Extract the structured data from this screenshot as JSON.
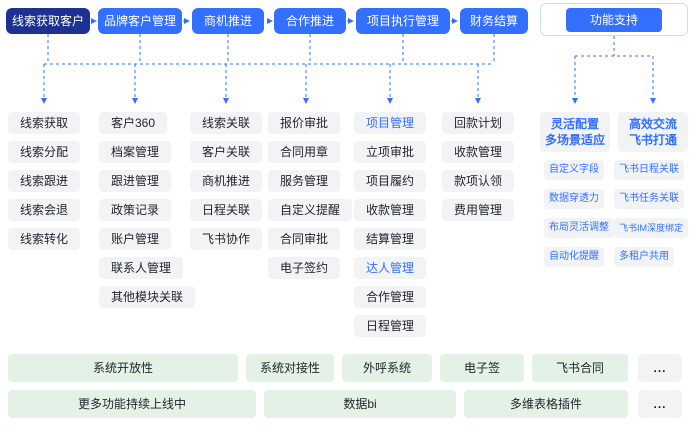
{
  "colors": {
    "accent": "#3370FF",
    "dark_node": "#1C3192",
    "node_bg": "#F2F3F5",
    "node_text": "#1F2329",
    "green_bg": "#E3F1E6",
    "highlight_text": "#3370FF"
  },
  "flow": {
    "steps": [
      "线索获取客户",
      "品牌客户管理",
      "商机推进",
      "合作推进",
      "项目执行管理",
      "财务结算"
    ],
    "support": "功能支持"
  },
  "columns": [
    {
      "items": [
        "线索获取",
        "线索分配",
        "线索跟进",
        "线索会退",
        "线索转化"
      ]
    },
    {
      "items": [
        "客户360",
        "档案管理",
        "跟进管理",
        "政策记录",
        "账户管理",
        "联系人管理",
        "其他模块关联"
      ]
    },
    {
      "items": [
        "线索关联",
        "客户关联",
        "商机推进",
        "日程关联",
        "飞书协作"
      ]
    },
    {
      "items": [
        "报价审批",
        "合同用章",
        "服务管理",
        "自定义提醒",
        "合同审批",
        "电子签约"
      ]
    },
    {
      "items": [
        "项目管理",
        "立项审批",
        "项目履约",
        "收款管理",
        "结算管理",
        "达人管理",
        "合作管理",
        "日程管理"
      ]
    },
    {
      "items": [
        "回款计划",
        "收款管理",
        "款项认领",
        "费用管理"
      ]
    }
  ],
  "highlighted_items": [
    "项目管理",
    "达人管理"
  ],
  "support_panel": {
    "headers": [
      "灵活配置\n多场景适应",
      "高效交流\n飞书打通"
    ],
    "left_items": [
      "自定义字段",
      "数据穿透力",
      "布局灵活调整",
      "自动化提醒"
    ],
    "right_items": [
      "飞书日程关联",
      "飞书任务关联",
      "飞书IM深度绑定",
      "多租户共用"
    ]
  },
  "bottom": {
    "row1": [
      "系统开放性",
      "系统对接性",
      "外呼系统",
      "电子签",
      "飞书合同"
    ],
    "row2": [
      "更多功能持续上线中",
      "数据bi",
      "多维表格插件"
    ],
    "ellipsis": "..."
  }
}
